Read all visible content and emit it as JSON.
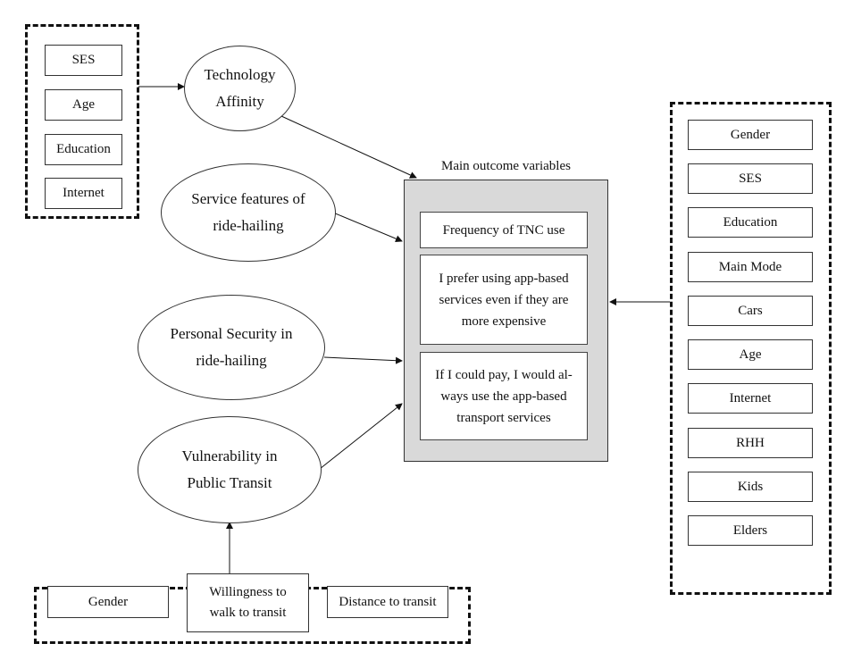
{
  "outcome": {
    "title": "Main outcome variables",
    "items": [
      "Frequency of TNC use",
      "I prefer using app-based services even if they are more expensive",
      "If I could pay, I would al-ways use the app-based transport services"
    ]
  },
  "latent": {
    "technology": "Technology Affinity",
    "service": "Service features of ride-hailing",
    "security": "Personal Security in ride-hailing",
    "vulnerability": "Vulnerability in Public Transit"
  },
  "top_left_group": [
    "SES",
    "Age",
    "Education",
    "Internet"
  ],
  "right_group": [
    "Gender",
    "SES",
    "Education",
    "Main Mode",
    "Cars",
    "Age",
    "Internet",
    "RHH",
    "Kids",
    "Elders"
  ],
  "bottom_group": [
    "Gender",
    "Willingness to walk to transit",
    "Distance to transit"
  ]
}
